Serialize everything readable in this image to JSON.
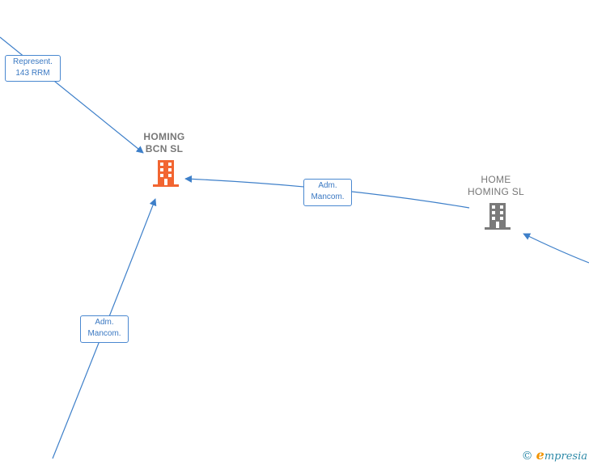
{
  "colors": {
    "edge": "#3d7fc9",
    "focus_node": "#f26531",
    "other_node": "#7a7a7a"
  },
  "nodes": {
    "homing_bcn": {
      "line1": "HOMING",
      "line2": "BCN  SL",
      "icon": "building-icon"
    },
    "home_homing": {
      "line1": "HOME",
      "line2": "HOMING  SL",
      "icon": "building-icon"
    }
  },
  "edges": [
    {
      "line1": "Represent.",
      "line2": "143 RRM"
    },
    {
      "line1": "Adm.",
      "line2": "Mancom."
    },
    {
      "line1": "Adm.",
      "line2": "Mancom."
    }
  ],
  "footer": {
    "copyright": "©",
    "brand_initial": "e",
    "brand_rest": "mpresia"
  }
}
